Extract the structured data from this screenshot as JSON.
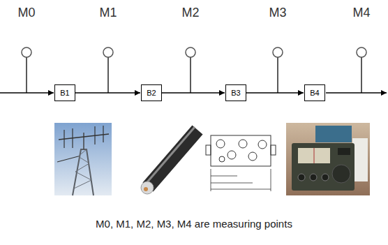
{
  "diagram": {
    "caption": "M0, M1, M2, M3, M4 are measuring points",
    "nodes": [
      {
        "text": [
          "B1"
        ]
      },
      {
        "text": [
          "B2"
        ]
      },
      {
        "text": [
          "B3"
        ]
      },
      {
        "text": [
          "B4"
        ]
      }
    ],
    "edges": [
      {
        "from": 0,
        "to": 1,
        "arrow": "to"
      },
      {
        "from": 1,
        "to": 2,
        "arrow": "to"
      },
      {
        "from": 2,
        "to": 3,
        "arrow": "to"
      }
    ],
    "labels": [
      "M0",
      "M1",
      "M2",
      "M3",
      "M4"
    ]
  }
}
